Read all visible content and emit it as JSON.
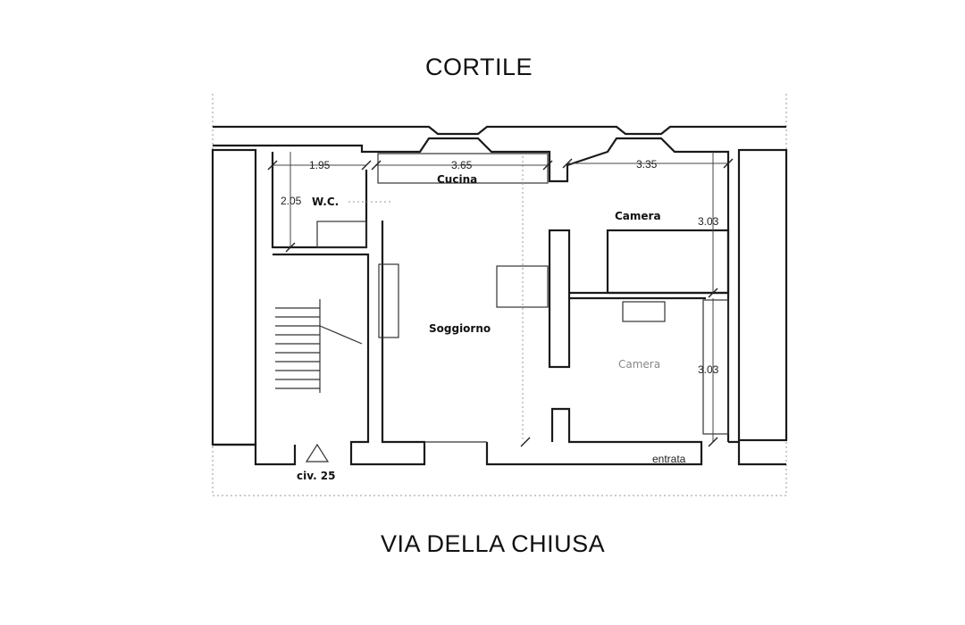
{
  "headings": {
    "top": "CORTILE",
    "bottom": "VIA DELLA CHIUSA"
  },
  "rooms": {
    "wc": "W.C.",
    "kitchen": "Cucina",
    "living": "Soggiorno",
    "bedroom_top": "Camera",
    "bedroom_bottom": "Camera"
  },
  "dimensions": {
    "wc_width": "1.95",
    "kitchen_width": "3.65",
    "bedroom_width": "3.35",
    "wc_depth": "2.05",
    "bedroom_top_depth": "3.03",
    "bedroom_bottom_depth": "3.03"
  },
  "labels": {
    "entrance": "entrata",
    "civic": "civ.  25"
  }
}
